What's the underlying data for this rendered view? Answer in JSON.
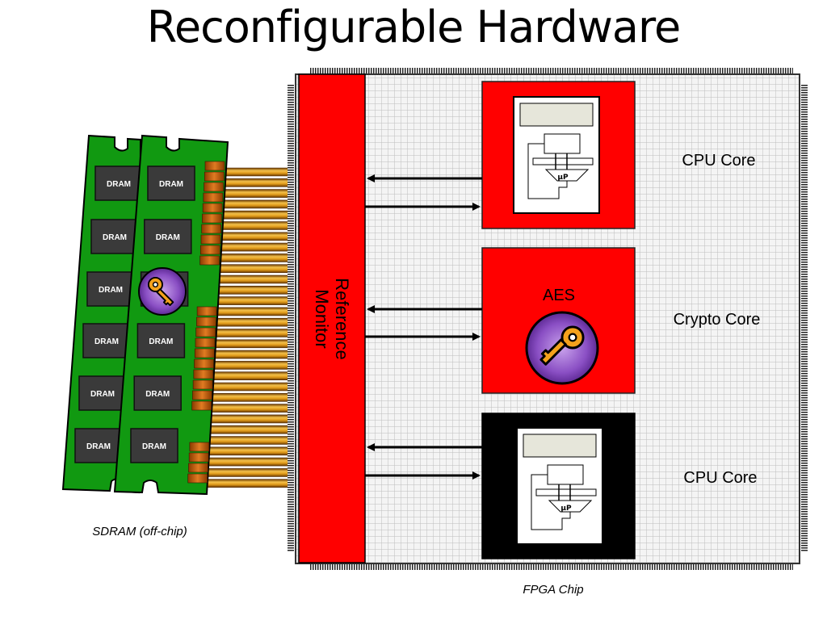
{
  "slide": {
    "title": "Reconfigurable Hardware"
  },
  "fpga": {
    "caption": "FPGA Chip",
    "reference_monitor": "Reference Monitor"
  },
  "cores": [
    {
      "label": "CPU Core",
      "fill": "#ff0000",
      "processor_label": "μP"
    },
    {
      "label": "Crypto Core",
      "fill": "#ff0000",
      "inner_label": "AES"
    },
    {
      "label": "CPU Core",
      "fill": "#000000",
      "processor_label": "μP"
    }
  ],
  "sdram": {
    "caption": "SDRAM (off-chip)",
    "chip_label": "DRAM",
    "module_color": "#119911"
  },
  "icons": {
    "key": "key-icon"
  },
  "colors": {
    "red": "#ff0000",
    "key_badge": "#7b3fb0",
    "key": "#f4a21c",
    "chip_grid": "#d9d9d9"
  }
}
